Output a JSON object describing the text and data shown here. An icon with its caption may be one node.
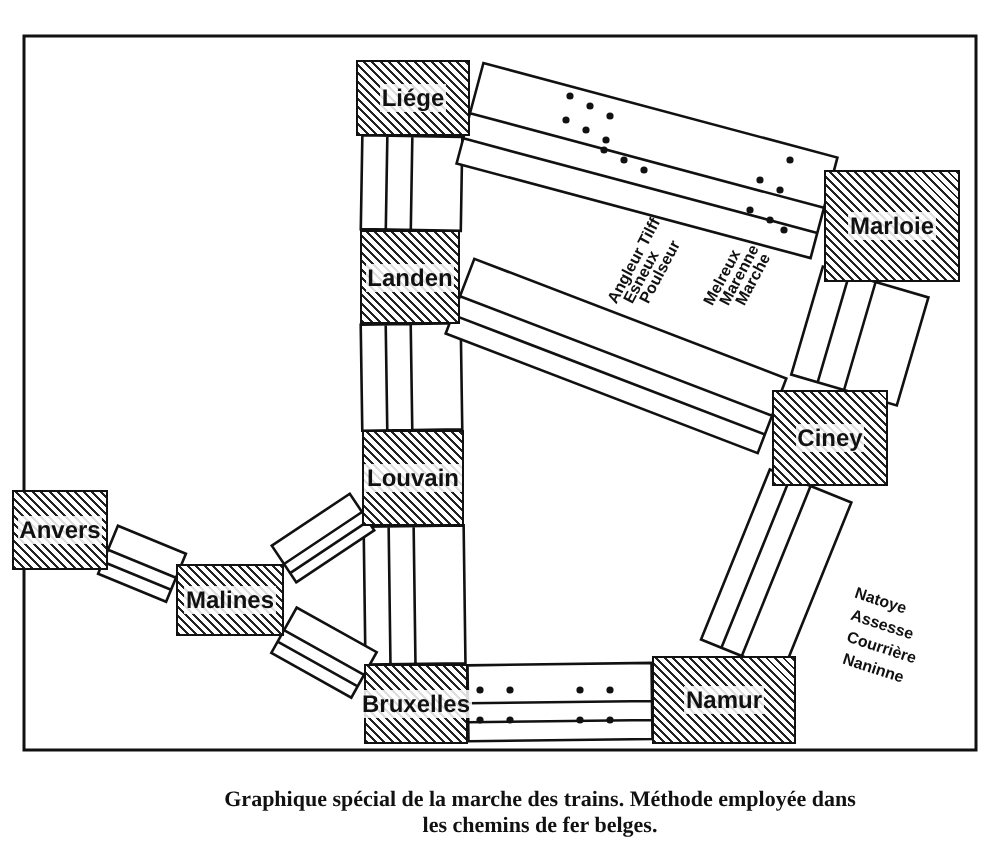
{
  "diagram": {
    "caption": "Graphique spécial de la marche des trains. Méthode employée dans les chemins de fer belges.",
    "nodes": [
      {
        "text": [
          "Liége"
        ]
      },
      {
        "text": [
          "Landen"
        ]
      },
      {
        "text": [
          "Louvain"
        ]
      },
      {
        "text": [
          "Bruxelles"
        ]
      },
      {
        "text": [
          "Namur"
        ]
      },
      {
        "text": [
          "Ciney"
        ]
      },
      {
        "text": [
          "Marloie"
        ]
      },
      {
        "text": [
          "Anvers"
        ]
      },
      {
        "text": [
          "Malines"
        ]
      }
    ],
    "edges": [
      {
        "from": 0,
        "to": 1,
        "arrow": "none"
      },
      {
        "from": 1,
        "to": 2,
        "arrow": "none"
      },
      {
        "from": 2,
        "to": 3,
        "arrow": "none"
      },
      {
        "from": 0,
        "to": 6,
        "arrow": "none"
      },
      {
        "from": 1,
        "to": 5,
        "arrow": "none"
      },
      {
        "from": 6,
        "to": 5,
        "arrow": "none"
      },
      {
        "from": 5,
        "to": 4,
        "arrow": "none"
      },
      {
        "from": 3,
        "to": 4,
        "arrow": "none"
      },
      {
        "from": 7,
        "to": 8,
        "arrow": "none"
      },
      {
        "from": 8,
        "to": 2,
        "arrow": "none"
      },
      {
        "from": 8,
        "to": 3,
        "arrow": "none"
      }
    ],
    "labels": [
      "Angleur Tilff",
      "Esneux",
      "Poulseur",
      "Melreux",
      "Marenne",
      "Marche",
      "Natoye",
      "Assesse",
      "Courrière",
      "Naninne"
    ]
  }
}
